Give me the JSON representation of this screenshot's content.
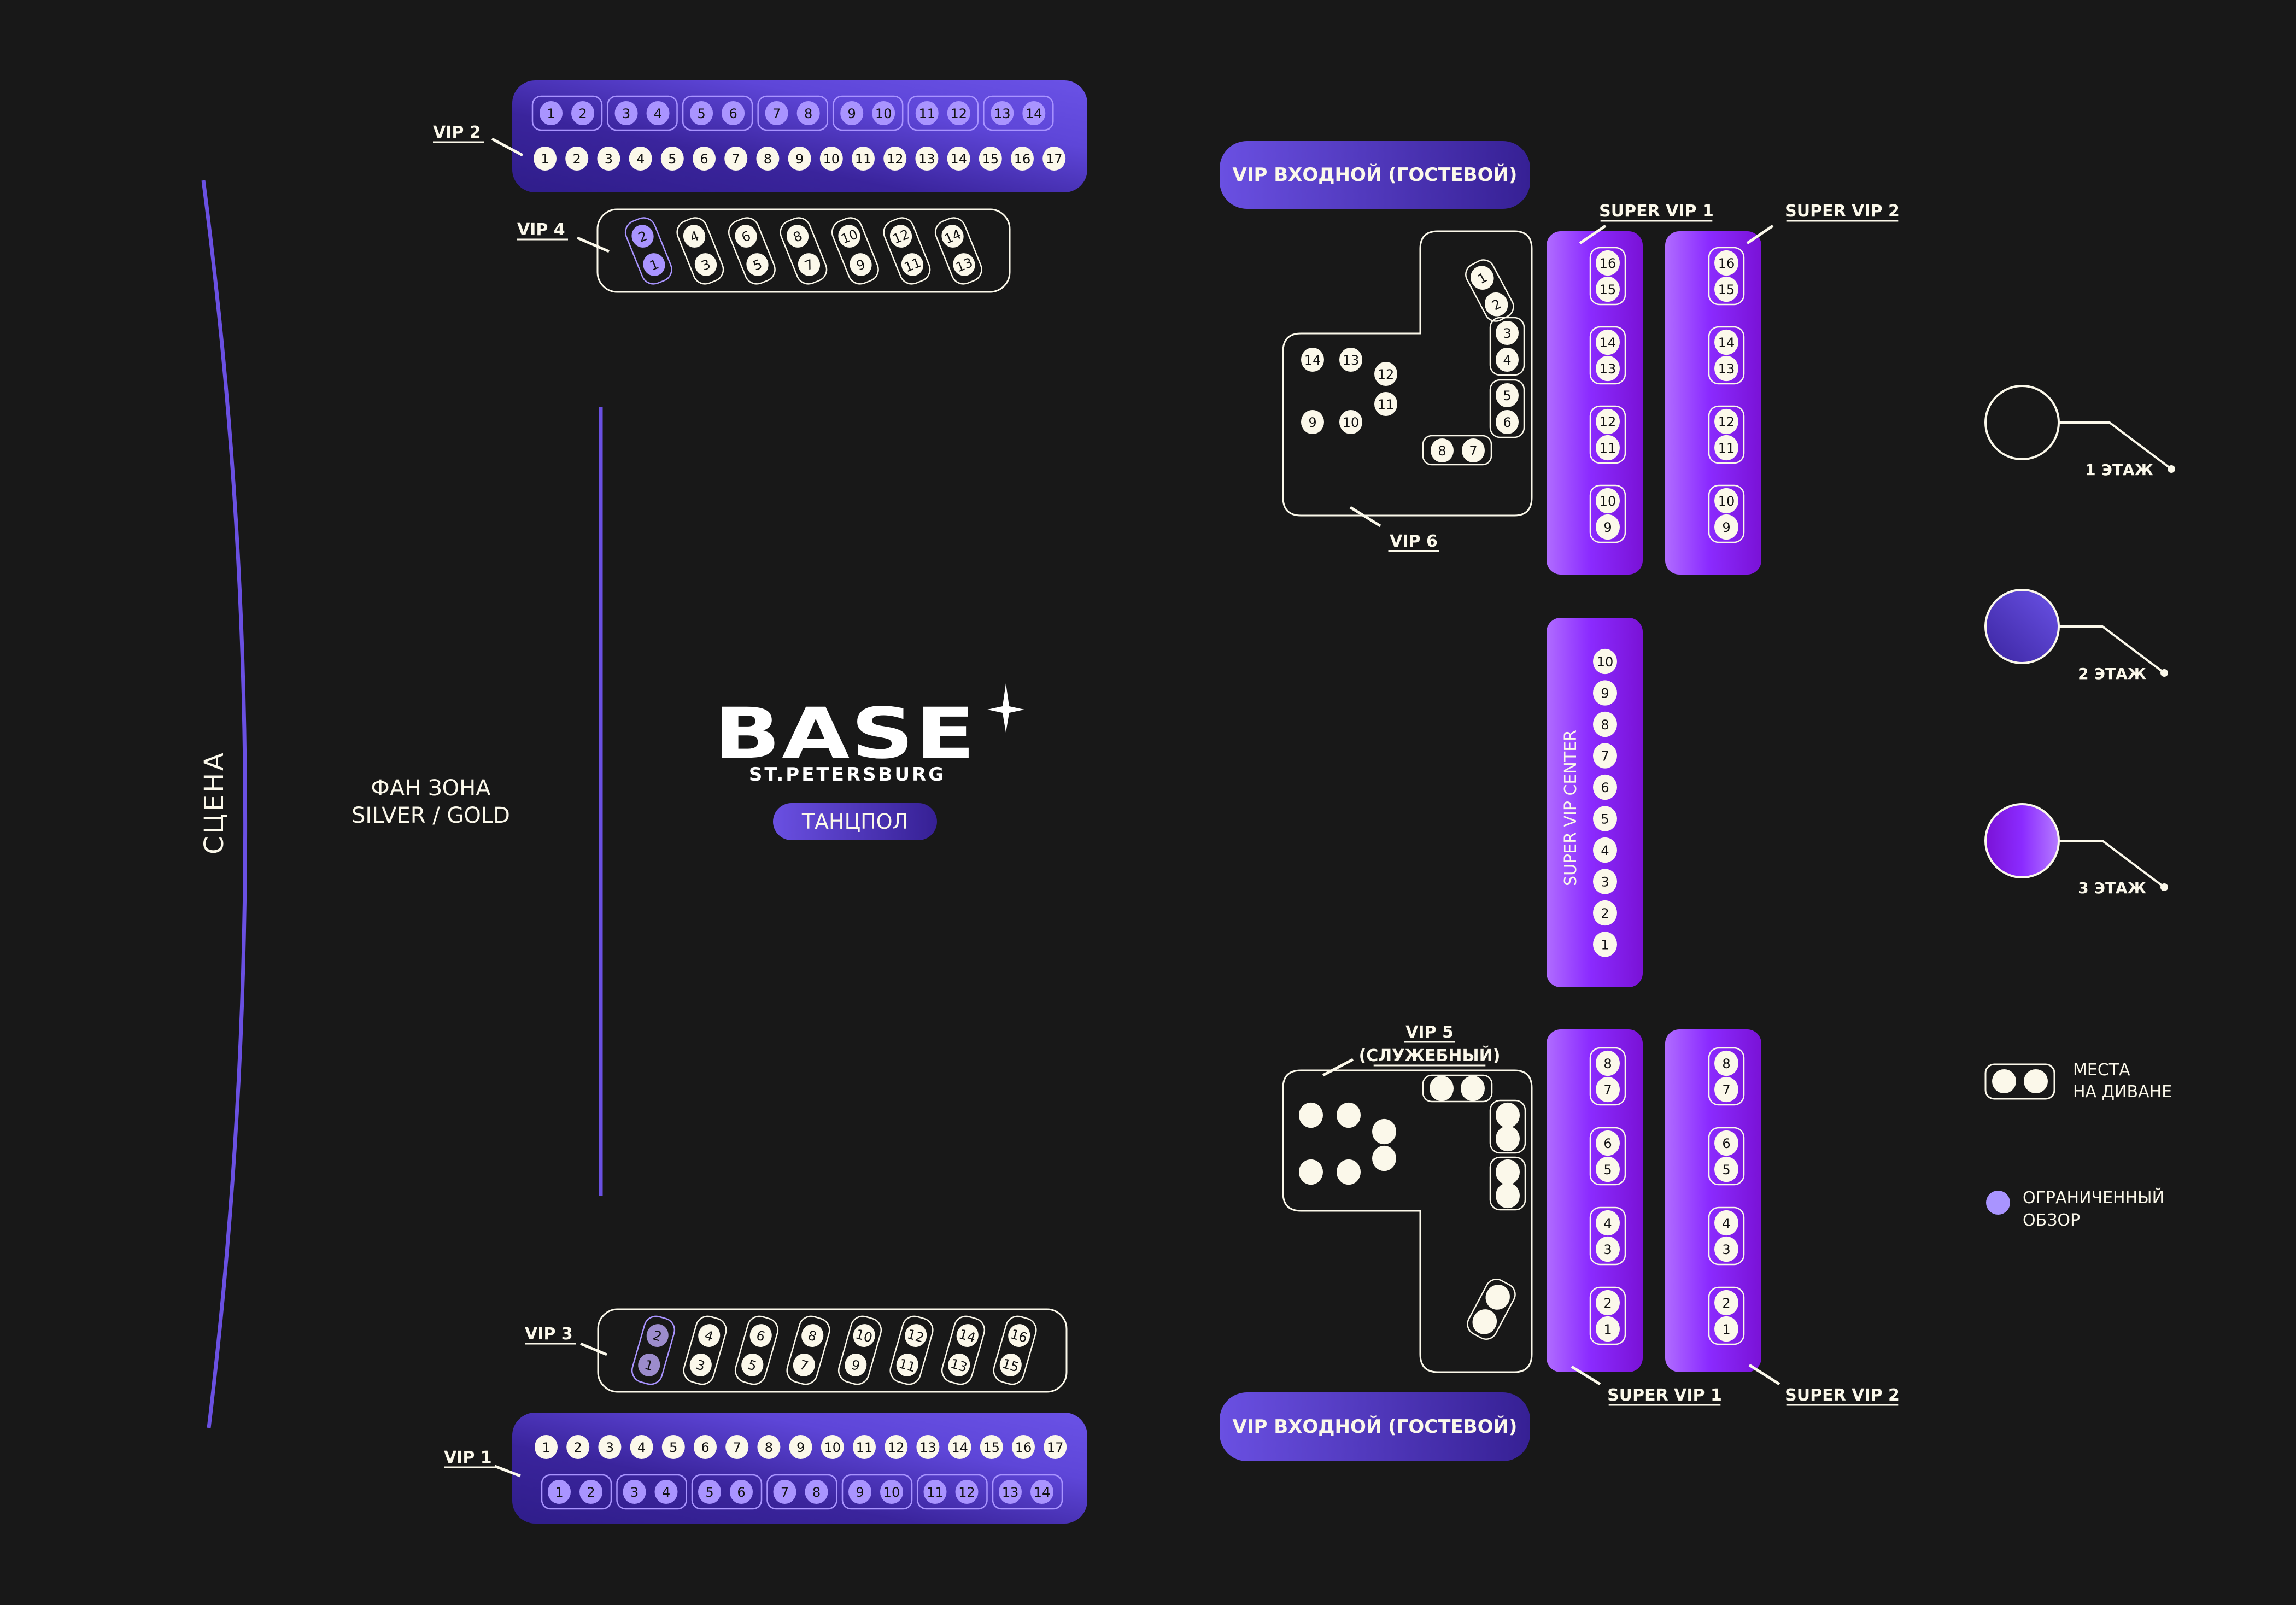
{
  "title": "BASE St.Petersburg — схема зала",
  "logo": {
    "main": "BASE",
    "sub": "ST.PETERSBURG"
  },
  "colors": {
    "background": "#181818",
    "cream": "#fbf8ea",
    "restricted": "#a994ff",
    "floor2_dark": "#372296",
    "floor2_light": "#6a50e2",
    "floor3_light": "#b06cff",
    "floor3_mid": "#8b2bff",
    "floor3_dark": "#7a12d6",
    "stage_line": "#6a50e2"
  },
  "stage": {
    "label": "СЦЕНА"
  },
  "fan_zone": {
    "line1": "ФАН ЗОНА",
    "line2": "SILVER / GOLD"
  },
  "dance_floor": {
    "label": "ТАНЦПОЛ"
  },
  "vip_entrance": {
    "top_label": "VIP ВХОДНОЙ (ГОСТЕВОЙ)",
    "bottom_label": "VIP ВХОДНОЙ (ГОСТЕВОЙ)"
  },
  "zones": {
    "vip2": {
      "label": "VIP 2",
      "floor": 2,
      "sofa_pairs": [
        [
          1,
          2
        ],
        [
          3,
          4
        ],
        [
          5,
          6
        ],
        [
          7,
          8
        ],
        [
          9,
          10
        ],
        [
          11,
          12
        ],
        [
          13,
          14
        ]
      ],
      "sofa_restricted": true,
      "single_row": [
        1,
        2,
        3,
        4,
        5,
        6,
        7,
        8,
        9,
        10,
        11,
        12,
        13,
        14,
        15,
        16,
        17
      ]
    },
    "vip4": {
      "label": "VIP 4",
      "floor": 1,
      "sofa_pairs": [
        [
          2,
          1
        ],
        [
          4,
          3
        ],
        [
          6,
          5
        ],
        [
          8,
          7
        ],
        [
          10,
          9
        ],
        [
          12,
          11
        ],
        [
          14,
          13
        ]
      ],
      "restricted_pairs": [
        0
      ]
    },
    "vip3": {
      "label": "VIP 3",
      "floor": 1,
      "sofa_pairs": [
        [
          2,
          1
        ],
        [
          4,
          3
        ],
        [
          6,
          5
        ],
        [
          8,
          7
        ],
        [
          10,
          9
        ],
        [
          12,
          11
        ],
        [
          14,
          13
        ],
        [
          16,
          15
        ]
      ],
      "restricted_pairs": [
        0
      ]
    },
    "vip1": {
      "label": "VIP 1",
      "floor": 2,
      "single_row": [
        1,
        2,
        3,
        4,
        5,
        6,
        7,
        8,
        9,
        10,
        11,
        12,
        13,
        14,
        15,
        16,
        17
      ],
      "sofa_pairs": [
        [
          1,
          2
        ],
        [
          3,
          4
        ],
        [
          5,
          6
        ],
        [
          7,
          8
        ],
        [
          9,
          10
        ],
        [
          11,
          12
        ],
        [
          13,
          14
        ]
      ],
      "sofa_restricted": true
    },
    "vip6": {
      "label": "VIP 6",
      "floor": 1,
      "sofa_pairs": [
        [
          1,
          2
        ],
        [
          3,
          4
        ],
        [
          5,
          6
        ],
        [
          8,
          7
        ]
      ],
      "singles": [
        14,
        13,
        12,
        11,
        9,
        10
      ]
    },
    "vip5": {
      "label": "VIP 5",
      "sublabel": "(СЛУЖЕБНЫЙ)",
      "floor": 1,
      "sofa_pair_count": 4,
      "single_count": 6
    },
    "super_vip1_top": {
      "label": "SUPER VIP 1",
      "floor": 3,
      "sofa_pairs": [
        [
          16,
          15
        ],
        [
          14,
          13
        ],
        [
          12,
          11
        ],
        [
          10,
          9
        ]
      ]
    },
    "super_vip2_top": {
      "label": "SUPER VIP 2",
      "floor": 3,
      "sofa_pairs": [
        [
          16,
          15
        ],
        [
          14,
          13
        ],
        [
          12,
          11
        ],
        [
          10,
          9
        ]
      ]
    },
    "super_vip_center": {
      "label": "SUPER VIP CENTER",
      "floor": 3,
      "seats": [
        10,
        9,
        8,
        7,
        6,
        5,
        4,
        3,
        2,
        1
      ]
    },
    "super_vip1_bottom": {
      "label": "SUPER VIP 1",
      "floor": 3,
      "sofa_pairs": [
        [
          8,
          7
        ],
        [
          6,
          5
        ],
        [
          4,
          3
        ],
        [
          2,
          1
        ]
      ]
    },
    "super_vip2_bottom": {
      "label": "SUPER VIP 2",
      "floor": 3,
      "sofa_pairs": [
        [
          8,
          7
        ],
        [
          6,
          5
        ],
        [
          4,
          3
        ],
        [
          2,
          1
        ]
      ]
    }
  },
  "legend": {
    "floors": [
      {
        "label": "1 ЭТАЖ",
        "style": "outline"
      },
      {
        "label": "2 ЭТАЖ",
        "style": "floor2"
      },
      {
        "label": "3 ЭТАЖ",
        "style": "floor3"
      }
    ],
    "sofa": {
      "line1": "МЕСТА",
      "line2": "НА ДИВАНЕ"
    },
    "restricted": {
      "line1": "ОГРАНИЧЕННЫЙ",
      "line2": "ОБЗОР"
    }
  }
}
